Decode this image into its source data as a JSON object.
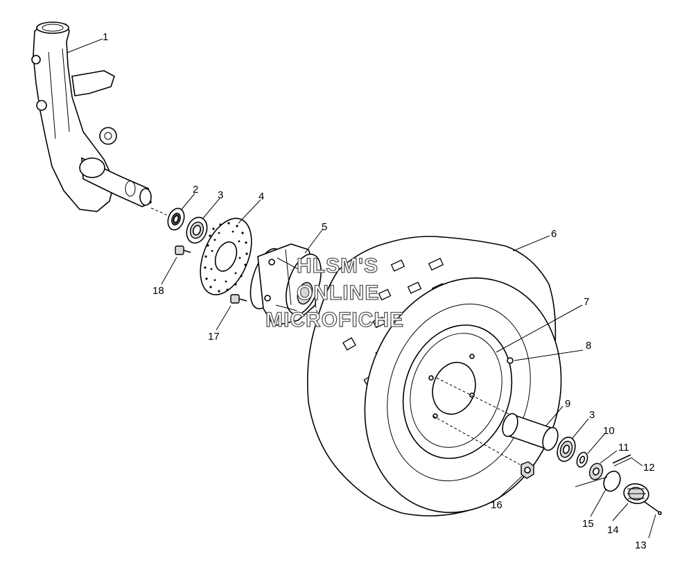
{
  "watermark": {
    "line1": "HLSM'S",
    "line2": "ONLINE",
    "line3": "MICROFICHE"
  },
  "callouts": [
    {
      "id": "c1",
      "label": "1"
    },
    {
      "id": "c2",
      "label": "2"
    },
    {
      "id": "c3a",
      "label": "3"
    },
    {
      "id": "c4",
      "label": "4"
    },
    {
      "id": "c5",
      "label": "5"
    },
    {
      "id": "c6",
      "label": "6"
    },
    {
      "id": "c7",
      "label": "7"
    },
    {
      "id": "c8",
      "label": "8"
    },
    {
      "id": "c9",
      "label": "9"
    },
    {
      "id": "c3b",
      "label": "3"
    },
    {
      "id": "c10",
      "label": "10"
    },
    {
      "id": "c11",
      "label": "11"
    },
    {
      "id": "c12",
      "label": "12"
    },
    {
      "id": "c13",
      "label": "13"
    },
    {
      "id": "c14",
      "label": "14"
    },
    {
      "id": "c15",
      "label": "15"
    },
    {
      "id": "c16",
      "label": "16"
    },
    {
      "id": "c17",
      "label": "17"
    },
    {
      "id": "c18",
      "label": "18"
    }
  ]
}
